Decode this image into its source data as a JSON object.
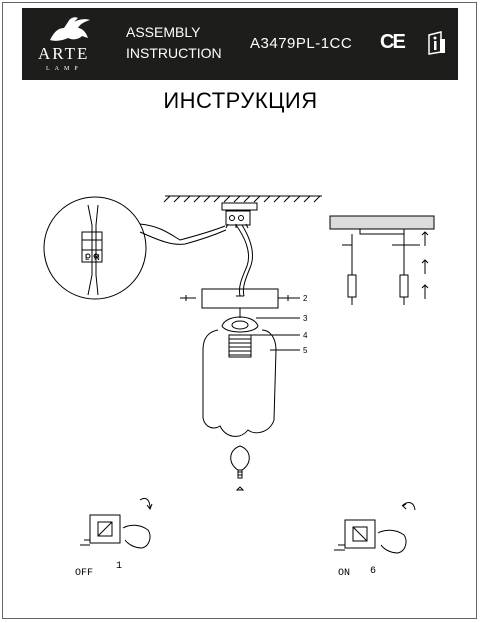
{
  "header": {
    "brand": "ARTE",
    "brand_sub": "LAMP",
    "title_line1": "ASSEMBLY",
    "title_line2": "INSTRUCTION",
    "model": "A3479PL-1CC",
    "ce_mark": "CE",
    "icons": [
      "griffin-logo",
      "ce-mark",
      "info-manual-icon"
    ]
  },
  "document": {
    "title": "ИНСТРУКЦИЯ"
  },
  "diagram": {
    "callouts": [
      "2",
      "3",
      "4",
      "5"
    ],
    "steps": [
      {
        "state": "OFF",
        "number": "1"
      },
      {
        "state": "ON",
        "number": "6"
      }
    ]
  }
}
